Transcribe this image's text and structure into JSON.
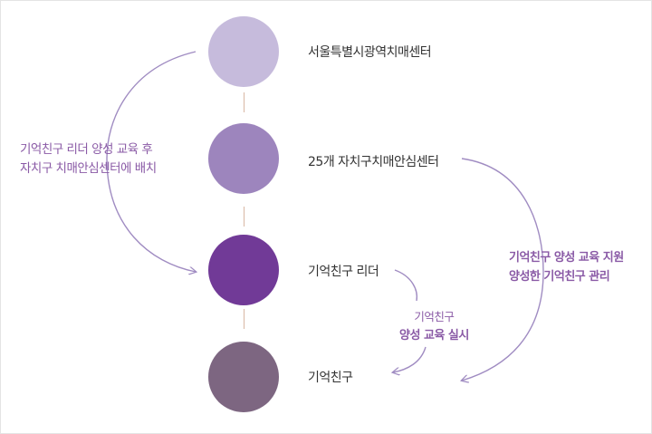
{
  "nodes": [
    {
      "label": "서울특별시광역치매센터",
      "color": "#c6bbdc"
    },
    {
      "label": "25개 자치구치매안심센터",
      "color": "#9d85bd"
    },
    {
      "label": "기억친구 리더",
      "color": "#713a97"
    },
    {
      "label": "기억친구",
      "color": "#7d6681"
    }
  ],
  "left_note": {
    "line1": "기억친구 리더 양성 교육 후",
    "line2": "자치구 치매안심센터에 배치"
  },
  "middle_note": {
    "line1": "기억친구",
    "line2": "양성 교육 실시"
  },
  "right_note": {
    "line1": "기억친구 양성 교육 지원",
    "line2": "양성한 기억친구 관리"
  },
  "colors": {
    "arrow": "#a08cc2",
    "connector": "#d9b7a3",
    "left_text": "#8a5aa6",
    "middle_text": "#8a5aa6",
    "right_text": "#8a5aa6"
  }
}
